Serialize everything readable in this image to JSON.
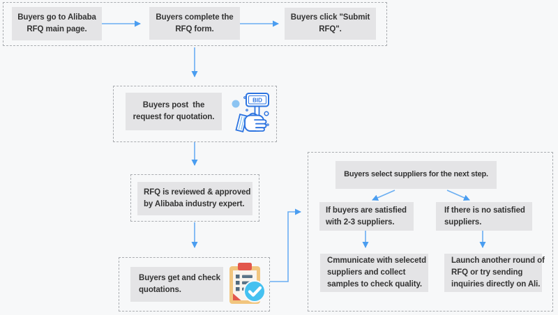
{
  "title": "Alibaba RFQ process flowchart",
  "colors": {
    "background": "#f7f8f9",
    "box_fill": "#e4e4e6",
    "dash_border": "#a9acb0",
    "arrow_blue": "#5ea9f1",
    "text": "#333333",
    "icon_outline_blue": "#2d74e0",
    "icon_light_blue": "#8cc4f2",
    "check_circle_blue": "#45c1f0",
    "clipboard_tan": "#f1c57e",
    "clip_red": "#e2574c"
  },
  "flow": {
    "step1": {
      "label": [
        "Buyers go to Alibaba",
        "RFQ main page."
      ]
    },
    "step2": {
      "label": [
        "Buyers complete the",
        "RFQ form."
      ]
    },
    "step3": {
      "label": [
        "Buyers click \"Submit",
        "RFQ\"."
      ]
    },
    "post": {
      "label": [
        "Buyers post  the",
        "request for quotation."
      ]
    },
    "review": {
      "label": [
        "RFQ is reviewed & approved",
        "by Alibaba industry expert."
      ]
    },
    "quotations": {
      "label": [
        "Buyers get and check",
        "quotations."
      ]
    },
    "select": {
      "label": [
        "Buyers select suppliers for the next step."
      ]
    },
    "satisfied": {
      "label": [
        "If buyers are satisfied",
        "with 2-3 suppliers."
      ]
    },
    "not_satisfied": {
      "label": [
        "If there is no satisfied",
        "suppliers."
      ]
    },
    "communicate": {
      "label": [
        "Cmmunicate with selecetd",
        "suppliers and collect",
        "samples to check quality."
      ]
    },
    "launch": {
      "label": [
        "Launch another round of",
        "RFQ or try sending",
        "inquiries directly on Ali."
      ]
    }
  },
  "icons": {
    "bid_sign_text": "BID",
    "bid_icon": "hand-holding-bid-sign",
    "clipboard_icon": "clipboard-with-checkmark"
  }
}
